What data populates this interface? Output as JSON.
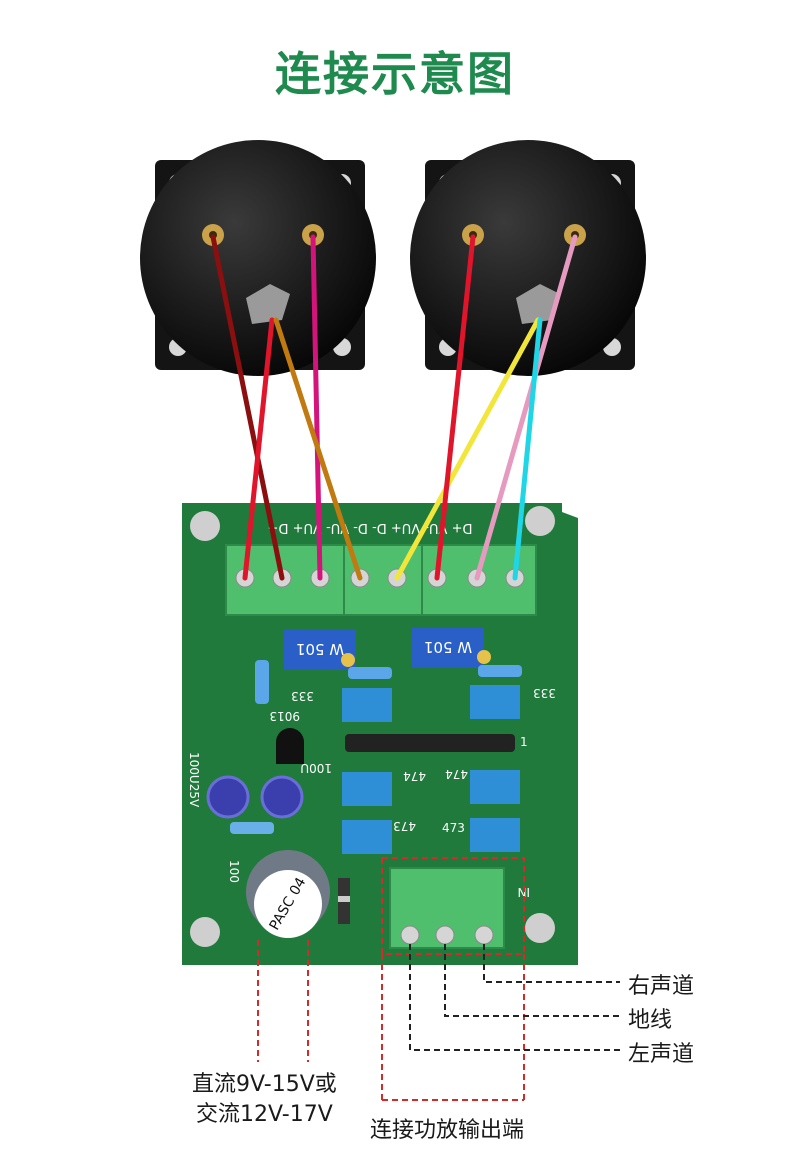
{
  "title": "连接示意图",
  "colors": {
    "title": "#1e8a4e",
    "pcb": "#1f7a3c",
    "terminal": "#4fbf6e",
    "dashed_red": "#d42a2a",
    "dashed_black": "#222222",
    "wire_darkred": "#8b0f0f",
    "wire_red": "#e0142a",
    "wire_magenta": "#d4147a",
    "wire_orange": "#c07a10",
    "wire_yellow": "#f2e63a",
    "wire_pink": "#e79ac0",
    "wire_cyan": "#1fd6e6"
  },
  "pcb_header": "D+ VU- VU+ D- D- VU- VU+ D+",
  "components": {
    "trimmer_label": "W 501",
    "cap_333": "333",
    "cap_474": "474",
    "cap_473": "473",
    "transistor": "9013",
    "electrolytic": "100U25V",
    "cap_100u": "100U",
    "resistor_100": "100",
    "main_cap": "PASC 04",
    "input_label": "IN",
    "resistor_1": "1"
  },
  "labels": {
    "right_channel": "右声道",
    "ground": "地线",
    "left_channel": "左声道",
    "power_line1": "直流9V-15V或",
    "power_line2": "交流12V-17V",
    "amp_output": "连接功放输出端"
  }
}
